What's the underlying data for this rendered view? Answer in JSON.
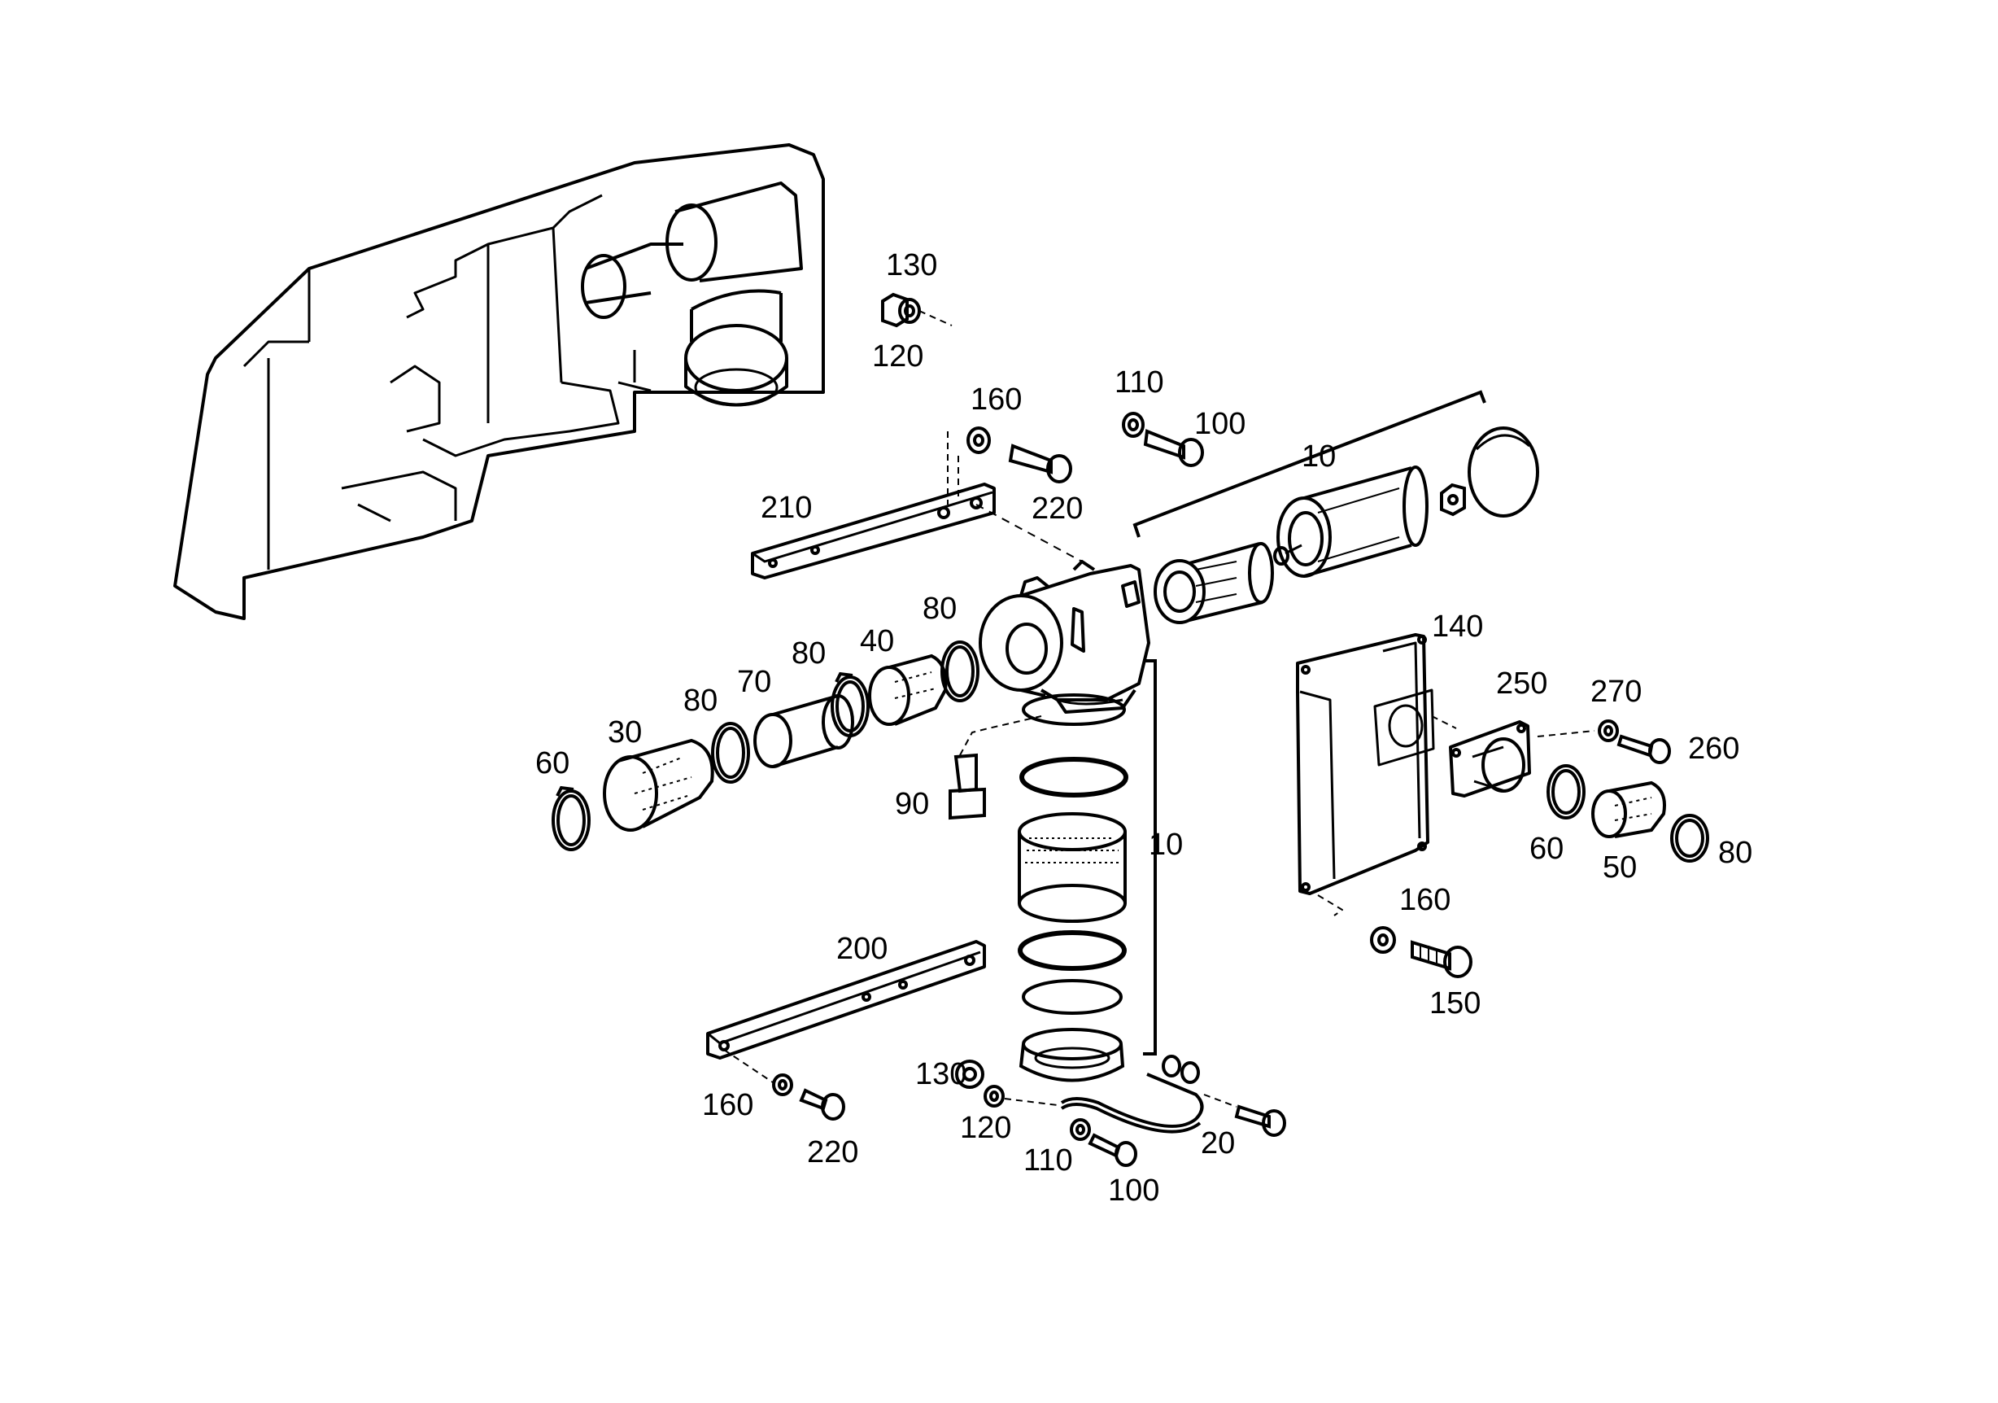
{
  "title": "",
  "colors": {
    "line": "#000000",
    "background": "#ffffff"
  },
  "callouts": [
    {
      "id": "130-a",
      "text": "130"
    },
    {
      "id": "120-a",
      "text": "120"
    },
    {
      "id": "160-a",
      "text": "160"
    },
    {
      "id": "110-a",
      "text": "110"
    },
    {
      "id": "100-a",
      "text": "100"
    },
    {
      "id": "10-a",
      "text": "10"
    },
    {
      "id": "210",
      "text": "210"
    },
    {
      "id": "220-a",
      "text": "220"
    },
    {
      "id": "140",
      "text": "140"
    },
    {
      "id": "80-a",
      "text": "80"
    },
    {
      "id": "40",
      "text": "40"
    },
    {
      "id": "80-b",
      "text": "80"
    },
    {
      "id": "70",
      "text": "70"
    },
    {
      "id": "80-c",
      "text": "80"
    },
    {
      "id": "250",
      "text": "250"
    },
    {
      "id": "270",
      "text": "270"
    },
    {
      "id": "30",
      "text": "30"
    },
    {
      "id": "260",
      "text": "260"
    },
    {
      "id": "60-a",
      "text": "60"
    },
    {
      "id": "90",
      "text": "90"
    },
    {
      "id": "10-b",
      "text": "10"
    },
    {
      "id": "60-b",
      "text": "60"
    },
    {
      "id": "80-d",
      "text": "80"
    },
    {
      "id": "50",
      "text": "50"
    },
    {
      "id": "160-b",
      "text": "160"
    },
    {
      "id": "200",
      "text": "200"
    },
    {
      "id": "150",
      "text": "150"
    },
    {
      "id": "130-b",
      "text": "130"
    },
    {
      "id": "160-c",
      "text": "160"
    },
    {
      "id": "120-b",
      "text": "120"
    },
    {
      "id": "20",
      "text": "20"
    },
    {
      "id": "110-b",
      "text": "110"
    },
    {
      "id": "220-b",
      "text": "220"
    },
    {
      "id": "100-b",
      "text": "100"
    }
  ]
}
